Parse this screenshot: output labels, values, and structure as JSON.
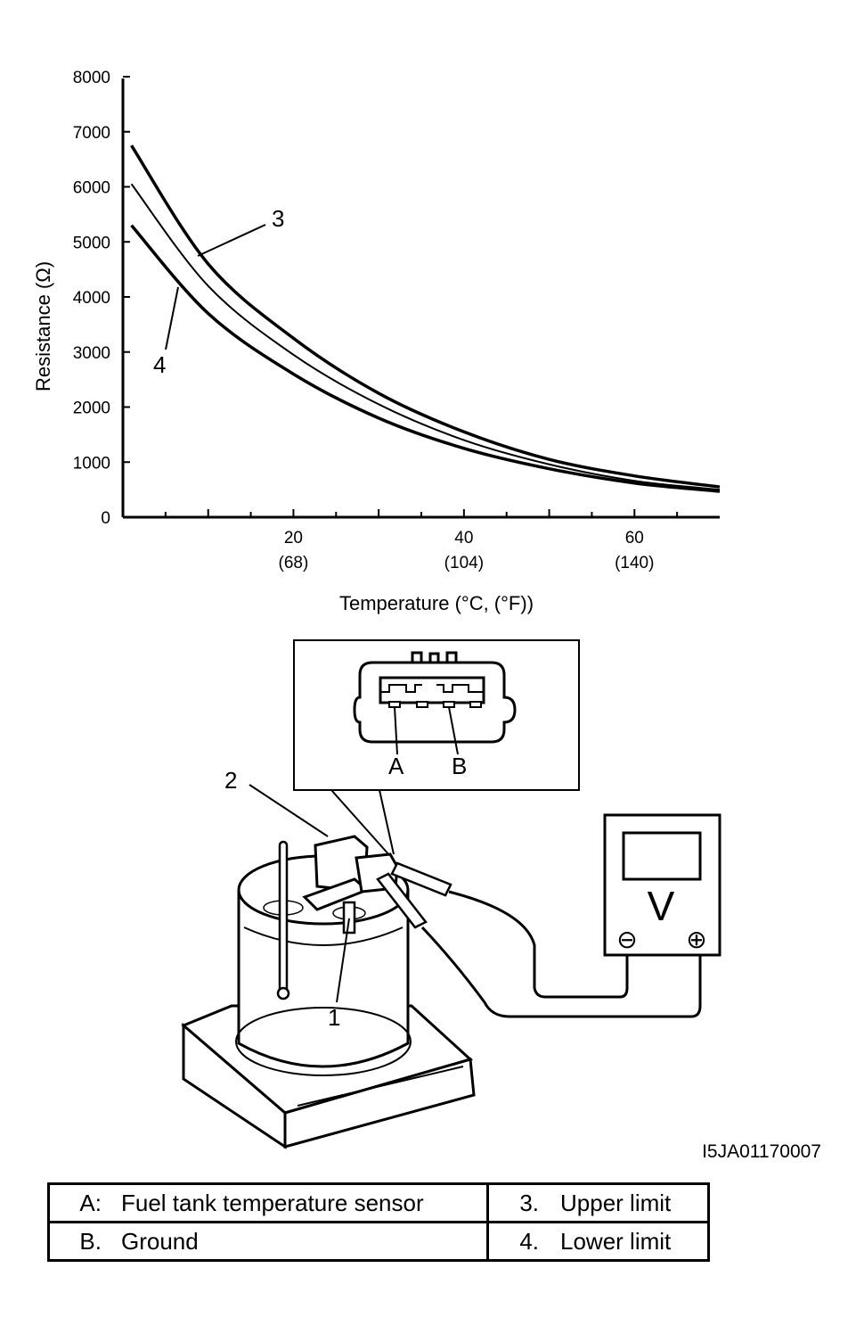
{
  "chart_data": {
    "type": "line",
    "xlabel": "Temperature (°C, (°F))",
    "ylabel": "Resistance (Ω)",
    "xlim": [
      0,
      70
    ],
    "ylim": [
      0,
      8000
    ],
    "x_ticks": [
      {
        "value": 20,
        "label": "20",
        "sub": "(68)"
      },
      {
        "value": 40,
        "label": "40",
        "sub": "(104)"
      },
      {
        "value": 60,
        "label": "60",
        "sub": "(140)"
      }
    ],
    "y_ticks": [
      "0",
      "1000",
      "2000",
      "3000",
      "4000",
      "5000",
      "6000",
      "7000",
      "8000"
    ],
    "series": [
      {
        "name": "3",
        "values": [
          [
            1,
            6750
          ],
          [
            10,
            4600
          ],
          [
            20,
            3250
          ],
          [
            30,
            2250
          ],
          [
            40,
            1550
          ],
          [
            50,
            1050
          ],
          [
            60,
            750
          ],
          [
            70,
            550
          ]
        ]
      },
      {
        "name": "",
        "values": [
          [
            1,
            6050
          ],
          [
            10,
            4200
          ],
          [
            20,
            2950
          ],
          [
            30,
            2050
          ],
          [
            40,
            1400
          ],
          [
            50,
            960
          ],
          [
            60,
            660
          ],
          [
            70,
            500
          ]
        ]
      },
      {
        "name": "4",
        "values": [
          [
            1,
            5300
          ],
          [
            10,
            3700
          ],
          [
            20,
            2600
          ],
          [
            30,
            1800
          ],
          [
            40,
            1250
          ],
          [
            50,
            880
          ],
          [
            60,
            620
          ],
          [
            70,
            470
          ]
        ]
      }
    ],
    "grid": false
  },
  "diagram": {
    "callout_1": "1",
    "callout_2": "2",
    "connector_pin_a": "A",
    "connector_pin_b": "B",
    "meter_symbol": "V",
    "meter_minus": "⊖",
    "meter_plus": "⊕",
    "figure_id": "I5JA01170007"
  },
  "legend": {
    "row1": {
      "key_left": "A:",
      "text_left": "Fuel tank temperature sensor",
      "key_right": "3.",
      "text_right": "Upper limit"
    },
    "row2": {
      "key_left": "B.",
      "text_left": "Ground",
      "key_right": "4.",
      "text_right": "Lower limit"
    }
  }
}
